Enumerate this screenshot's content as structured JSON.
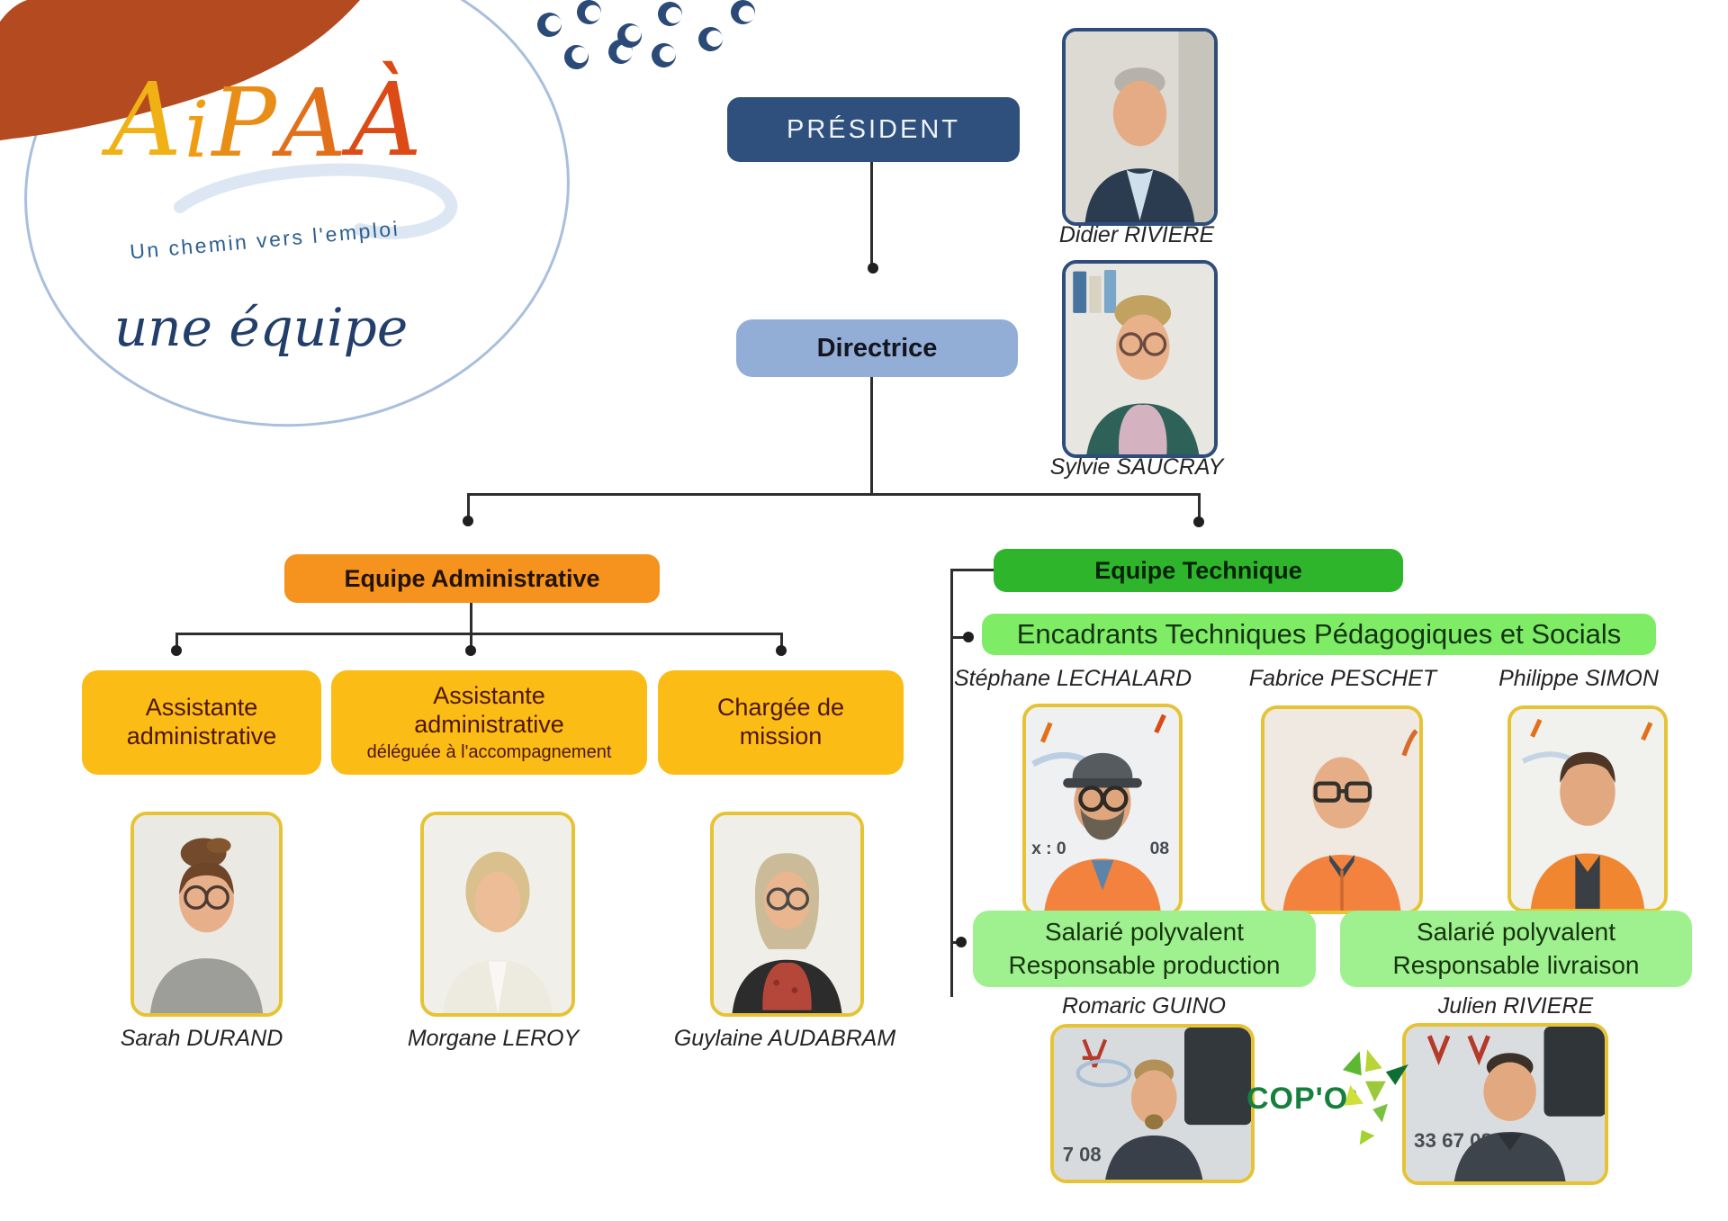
{
  "logo": {
    "letters": [
      "A",
      "i",
      "P",
      "A",
      "À"
    ],
    "tagline": "Un chemin vers l'emploi",
    "subtitle": "une équipe"
  },
  "org": {
    "president": {
      "title": "PRÉSIDENT",
      "name": "Didier RIVIERE"
    },
    "director": {
      "title": "Directrice",
      "name": "Sylvie SAUCRAY"
    },
    "admin_team": {
      "label": "Equipe Administrative",
      "roles": [
        {
          "line1": "Assistante",
          "line2": "administrative",
          "name": "Sarah DURAND"
        },
        {
          "line1": "Assistante",
          "line2": "administrative",
          "subtitle": "déléguée à l'accompagnement",
          "name": "Morgane LEROY"
        },
        {
          "line1": "Chargée de",
          "line2": "mission",
          "name": "Guylaine AUDABRAM"
        }
      ]
    },
    "technical_team": {
      "label": "Equipe Technique",
      "encadrants_label": "Encadrants Techniques Pédagogiques et Socials",
      "encadrants": [
        {
          "name": "Stéphane LECHALARD"
        },
        {
          "name": "Fabrice PESCHET"
        },
        {
          "name": "Philippe SIMON"
        }
      ],
      "salaries": [
        {
          "line1": "Salarié polyvalent",
          "line2": "Responsable production",
          "name": "Romaric GUINO"
        },
        {
          "line1": "Salarié polyvalent",
          "line2": "Responsable livraison",
          "name": "Julien RIVIERE"
        }
      ]
    }
  },
  "copo": {
    "text": "COP'O",
    "reg": "®"
  },
  "photo_fragments": {
    "stephane_left": "x : 0",
    "stephane_right": "08",
    "romaric_van": "7 08",
    "julien_van": "33 67 08"
  },
  "colors": {
    "president_bg": "#2F4F7D",
    "director_bg": "#92AED6",
    "admin_bg": "#F6921E",
    "role_bg": "#FBBC16",
    "technical_bg": "#2EB52C",
    "encadrants_bg": "#7FEC66",
    "salarie_bg": "#9FF08F",
    "connector": "#2E2E2E",
    "logo_rust": "#B44A20",
    "crescent_blue": "#2B4A78",
    "copo_green": "#157F3C"
  }
}
